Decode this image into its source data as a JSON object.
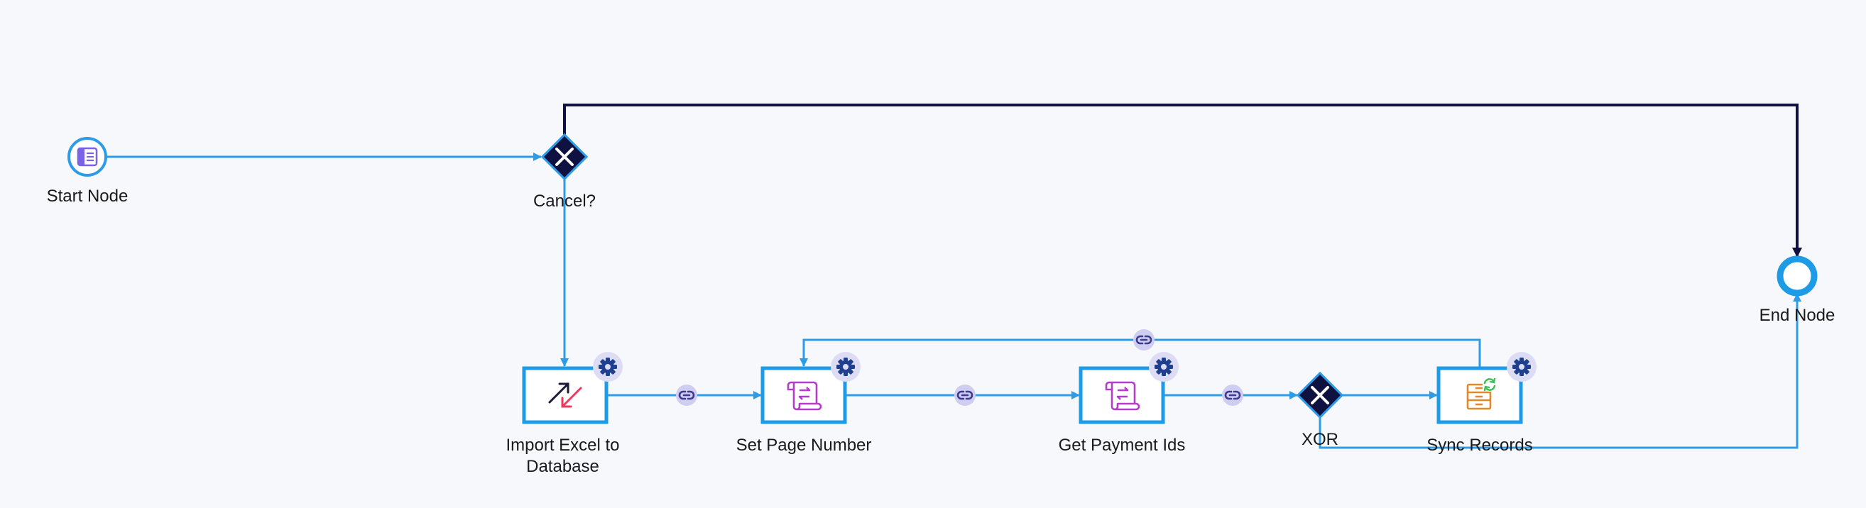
{
  "nodes": {
    "start": {
      "label": "Start Node",
      "icon": "start-event-icon"
    },
    "cancel_gateway": {
      "label": "Cancel?",
      "icon": "xor-gateway-icon"
    },
    "end": {
      "label": "End Node",
      "icon": "end-event-icon"
    },
    "import_excel": {
      "label": "Import Excel to Database",
      "icon": "import-export-icon",
      "settings_icon": "gear-icon"
    },
    "set_page_number": {
      "label": "Set Page Number",
      "icon": "script-scroll-icon",
      "settings_icon": "gear-icon"
    },
    "get_payment_ids": {
      "label": "Get Payment Ids",
      "icon": "script-scroll-icon",
      "settings_icon": "gear-icon"
    },
    "xor_gateway": {
      "label": "XOR",
      "icon": "xor-gateway-icon"
    },
    "sync_records": {
      "label": "Sync Records",
      "icon": "sync-records-icon",
      "settings_icon": "gear-icon"
    }
  },
  "connectors": {
    "link_icon": "link-icon"
  },
  "colors": {
    "flow_line": "#2e9be6",
    "cancel_line": "#0f1240",
    "gateway_fill": "#0f1240",
    "node_border": "#1e9be6",
    "gear_bg": "#dcdcf5",
    "gear_fg": "#1f3f8f",
    "link_bg": "#cfcdf0",
    "link_fg": "#3e3b8f",
    "script_icon": "#b23dc8",
    "sync_icon": "#e2892a",
    "sync_refresh": "#3cc15a",
    "import_up": "#1a1a3a",
    "import_down": "#e83a5e",
    "start_icon": "#7a63e6"
  }
}
